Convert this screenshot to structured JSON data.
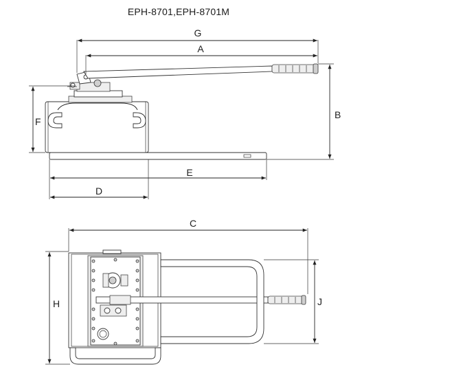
{
  "title": "EPH-8701,EPH-8701M",
  "dimensions": {
    "g": "G",
    "a": "A",
    "b": "B",
    "f": "F",
    "e": "E",
    "d": "D",
    "c": "C",
    "h": "H",
    "j": "J"
  },
  "views": [
    "side-view",
    "top-view"
  ],
  "colors": {
    "line": "#222222",
    "background": "#ffffff"
  }
}
